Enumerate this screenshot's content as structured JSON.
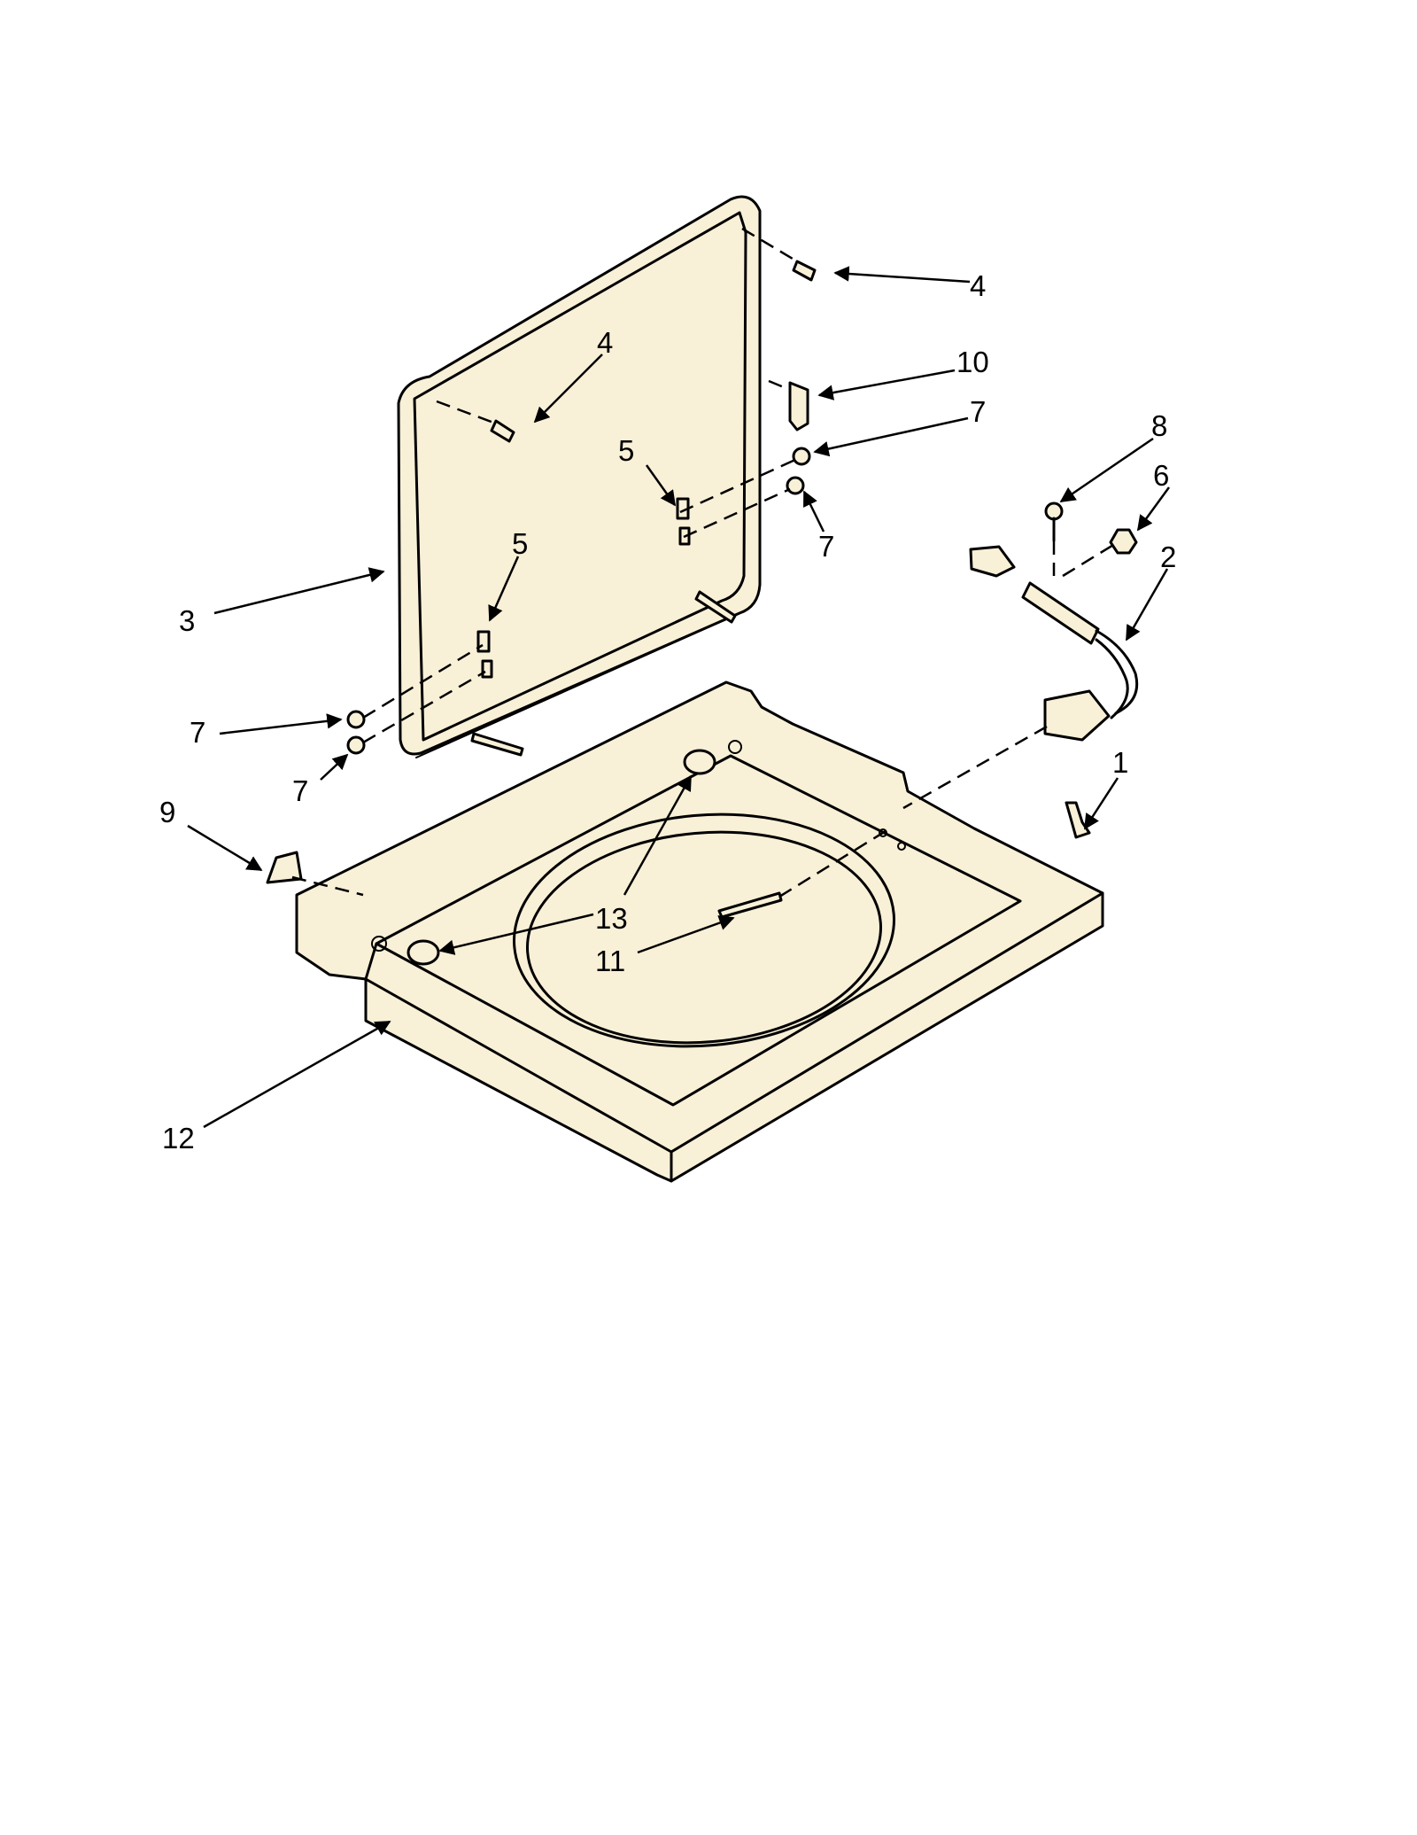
{
  "callouts": [
    {
      "label": "4"
    },
    {
      "label": "4"
    },
    {
      "label": "10"
    },
    {
      "label": "7"
    },
    {
      "label": "5"
    },
    {
      "label": "7"
    },
    {
      "label": "8"
    },
    {
      "label": "6"
    },
    {
      "label": "2"
    },
    {
      "label": "5"
    },
    {
      "label": "3"
    },
    {
      "label": "7"
    },
    {
      "label": "7"
    },
    {
      "label": "1"
    },
    {
      "label": "9"
    },
    {
      "label": "13"
    },
    {
      "label": "11"
    },
    {
      "label": "12"
    }
  ]
}
